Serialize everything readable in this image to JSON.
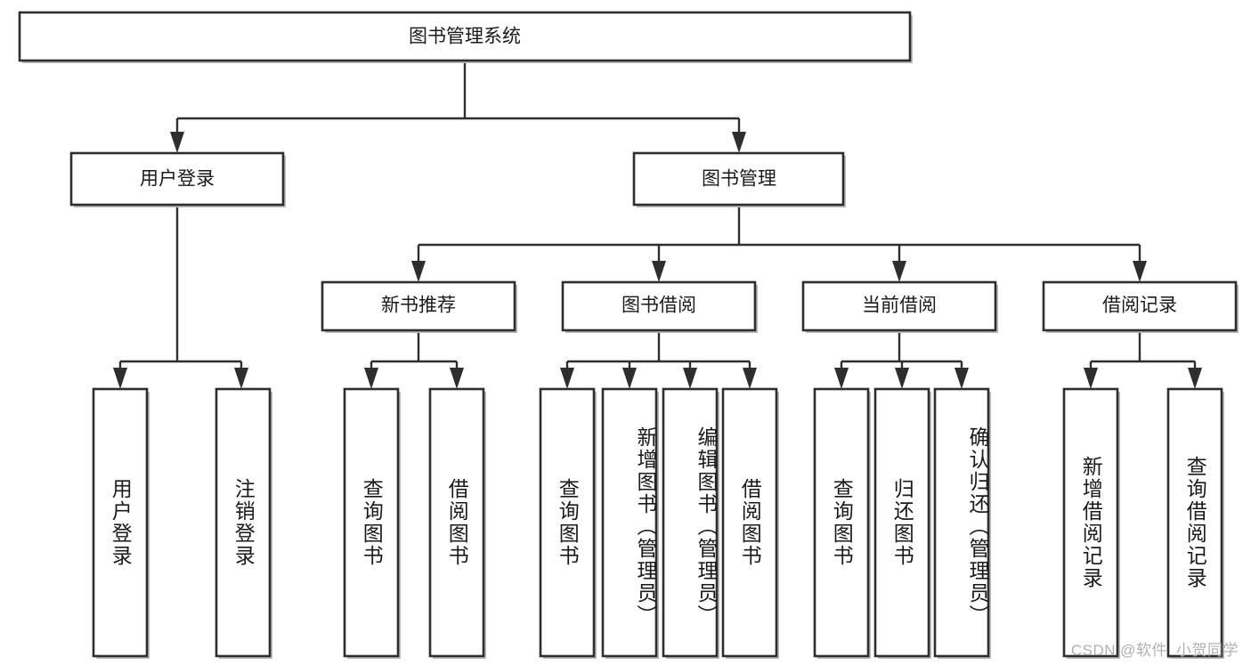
{
  "diagram": {
    "type": "tree-hierarchy",
    "title": "图书管理系统",
    "orientation": "top-down",
    "colors": {
      "box_fill": "#ffffff",
      "box_stroke": "#2e2e2e",
      "connector": "#2e2e2e",
      "text": "#1a1a1a",
      "background": "#ffffff",
      "watermark": "#b0b0b0"
    },
    "root": {
      "label": "图书管理系统"
    },
    "level2": [
      {
        "label": "用户登录"
      },
      {
        "label": "图书管理"
      }
    ],
    "level3": [
      {
        "label": "新书推荐"
      },
      {
        "label": "图书借阅"
      },
      {
        "label": "当前借阅"
      },
      {
        "label": "借阅记录"
      }
    ],
    "leaves": {
      "user_login": [
        {
          "label": "用户登录"
        },
        {
          "label": "注销登录"
        }
      ],
      "new_book_recommend": [
        {
          "label": "查询图书"
        },
        {
          "label": "借阅图书"
        }
      ],
      "book_borrow": [
        {
          "label": "查询图书"
        },
        {
          "label": "新增图书（管理员）"
        },
        {
          "label": "编辑图书（管理员）"
        },
        {
          "label": "借阅图书"
        }
      ],
      "current_borrow": [
        {
          "label": "查询图书"
        },
        {
          "label": "归还图书"
        },
        {
          "label": "确认归还（管理员）"
        }
      ],
      "borrow_record": [
        {
          "label": "新增借阅记录"
        },
        {
          "label": "查询借阅记录"
        }
      ]
    },
    "watermark": "CSDN @软件_小贺同学"
  }
}
